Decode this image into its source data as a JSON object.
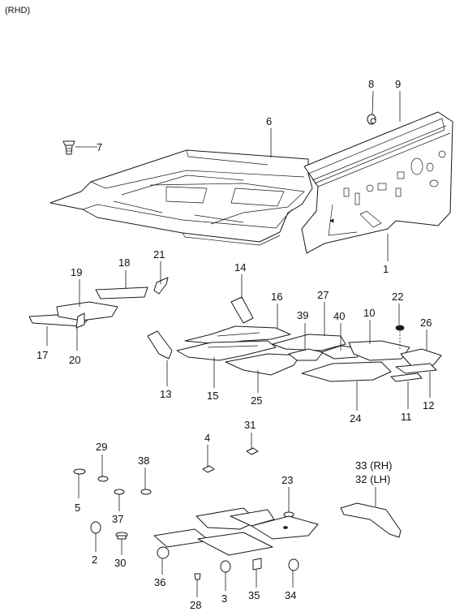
{
  "header": {
    "variant": "(RHD)"
  },
  "callouts": {
    "c1": "1",
    "c2": "2",
    "c3": "3",
    "c4": "4",
    "c5": "5",
    "c6": "6",
    "c7": "7",
    "c8": "8",
    "c9": "9",
    "c10": "10",
    "c11": "11",
    "c12": "12",
    "c13": "13",
    "c14": "14",
    "c15": "15",
    "c16": "16",
    "c17": "17",
    "c18": "18",
    "c19": "19",
    "c20": "20",
    "c21": "21",
    "c22": "22",
    "c23": "23",
    "c24": "24",
    "c25": "25",
    "c26": "26",
    "c27": "27",
    "c28": "28",
    "c29": "29",
    "c30": "30",
    "c31": "31",
    "c32": "32 (LH)",
    "c33": "33 (RH)",
    "c34": "34",
    "c35": "35",
    "c36": "36",
    "c37": "37",
    "c38": "38",
    "c39": "39",
    "c40": "40"
  }
}
